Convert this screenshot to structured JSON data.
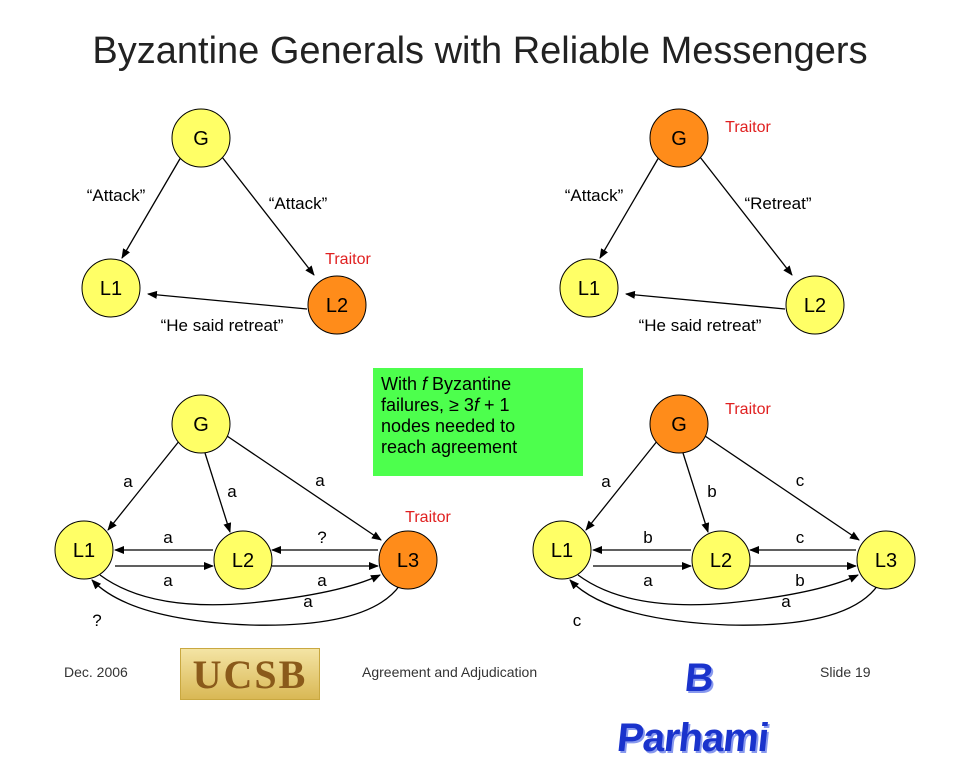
{
  "title": "Byzantine Generals with Reliable Messengers",
  "diagrams": {
    "d1": {
      "g": "G",
      "l1": "L1",
      "l2": "L2",
      "e_g_l1": "“Attack”",
      "e_g_l2": "“Attack”",
      "e_l2_l1": "“He said retreat”",
      "traitor": "Traitor"
    },
    "d2": {
      "g": "G",
      "l1": "L1",
      "l2": "L2",
      "e_g_l1": "“Attack”",
      "e_g_l2": "“Retreat”",
      "e_l2_l1": "“He said retreat”",
      "traitor": "Traitor"
    },
    "d3": {
      "g": "G",
      "l1": "L1",
      "l2": "L2",
      "l3": "L3",
      "e_g_l1": "a",
      "e_g_l2": "a",
      "e_g_l3": "a",
      "e_l2_l1": "a",
      "e_l1_l2": "a",
      "e_l3_l2": "?",
      "e_l2_l3": "a",
      "e_l1_l3": "a",
      "e_l3_l1": "?",
      "traitor": "Traitor"
    },
    "d4": {
      "g": "G",
      "l1": "L1",
      "l2": "L2",
      "l3": "L3",
      "e_g_l1": "a",
      "e_g_l2": "b",
      "e_g_l3": "c",
      "e_l2_l1": "b",
      "e_l1_l2": "a",
      "e_l3_l2": "c",
      "e_l2_l3": "b",
      "e_l1_l3": "a",
      "e_l3_l1": "c",
      "traitor": "Traitor"
    }
  },
  "note": {
    "line1_pre": "With ",
    "line1_f": "f",
    "line1_post": " Byzantine",
    "line2_pre": "failures, ",
    "line2_sym": "≥",
    "line2_mid": " 3",
    "line2_f": "f",
    "line2_post": " + 1",
    "line3": "nodes needed to",
    "line4": "reach agreement"
  },
  "footer": {
    "date": "Dec. 2006",
    "center": "Agreement and Adjudication",
    "slide": "Slide 19",
    "logo_ucsb": "UCSB",
    "logo_author": "B Parhami"
  },
  "colors": {
    "loyal": "#ffff66",
    "traitor": "#ff8c1a",
    "note_bg": "#4dff4d",
    "traitor_text": "#e02020"
  }
}
